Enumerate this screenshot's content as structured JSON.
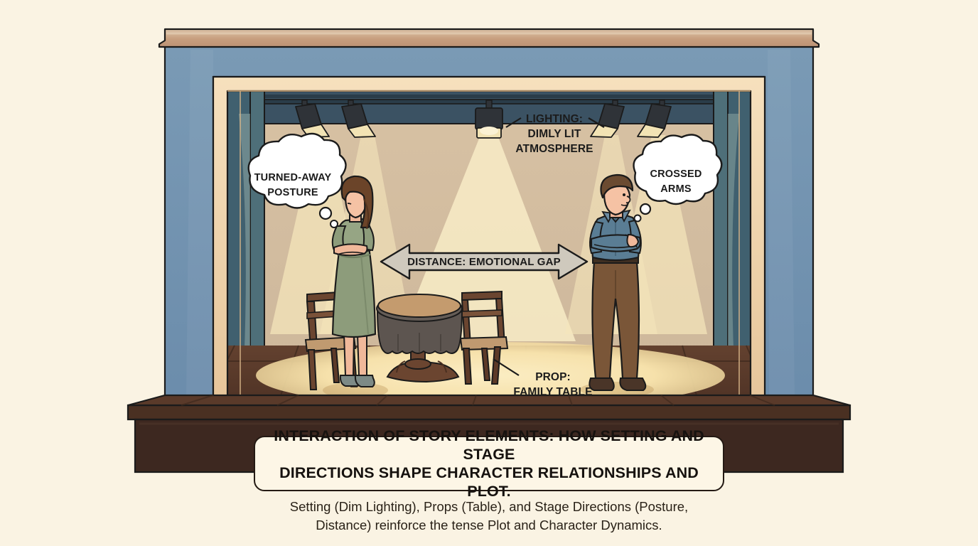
{
  "palette": {
    "background": "#faf3e3",
    "cornice": "#c79e7e",
    "proscenium_wall": "#6d8fad",
    "inner_frame": "#f0d3a8",
    "back_wall": "#d8c4a8",
    "beam": "#f5e4b0",
    "stage_floor": "#5a3a2a",
    "stage_base": "#3d2820",
    "curtain_dark": "#3f5a68",
    "curtain_mid": "#5b7d8a",
    "curtain_light": "#8fa9a6",
    "spotlight_body": "#2f3338",
    "spotlight_lens": "#f2e3b4",
    "arrow_fill": "#cfc9bd",
    "bubble_fill": "#ffffff",
    "outline": "#1b1b1b",
    "dress": "#8d9c7b",
    "skin": "#f0b89a",
    "hair_woman": "#6b4429",
    "hair_man": "#6b4b31",
    "shirt": "#5a7d94",
    "trousers": "#7a5638",
    "tablecloth": "#5d5550",
    "chair_wood": "#6b4530",
    "floor_pool": "#f7e3b2"
  },
  "title": {
    "line1": "INTERACTION OF STORY ELEMENTS: HOW SETTING AND STAGE",
    "line2": "DIRECTIONS SHAPE CHARACTER RELATIONSHIPS AND PLOT."
  },
  "caption": {
    "line1": "Setting (Dim Lighting), Props (Table), and Stage Directions (Posture,",
    "line2": "Distance) reinforce the tense Plot and Character Dynamics."
  },
  "annotations": {
    "lighting": {
      "line1": "LIGHTING:",
      "line2": "DIMLY LIT",
      "line3": "ATMOSPHERE"
    },
    "prop": {
      "line1": "PROP:",
      "line2": "FAMILY TABLE"
    },
    "distance_arrow": {
      "label": "DISTANCE: EMOTIONAL GAP"
    }
  },
  "thought_bubbles": {
    "left": {
      "line1": "TURNED-AWAY",
      "line2": "POSTURE"
    },
    "right": {
      "line1": "CROSSED",
      "line2": "ARMS"
    }
  },
  "icons": {
    "spotlight": "spotlight-icon",
    "thought_bubble": "thought-bubble-icon",
    "double_arrow": "double-headed-arrow-icon",
    "leader_line": "leader-line-icon"
  },
  "scene_objects": {
    "characters": [
      {
        "name": "woman",
        "posture": "turned-away, arms crossed"
      },
      {
        "name": "man",
        "posture": "crossed arms"
      }
    ],
    "props": [
      {
        "name": "round table",
        "covering": "tablecloth"
      },
      {
        "name": "chair left"
      },
      {
        "name": "chair right"
      }
    ],
    "lights_count": 5
  }
}
